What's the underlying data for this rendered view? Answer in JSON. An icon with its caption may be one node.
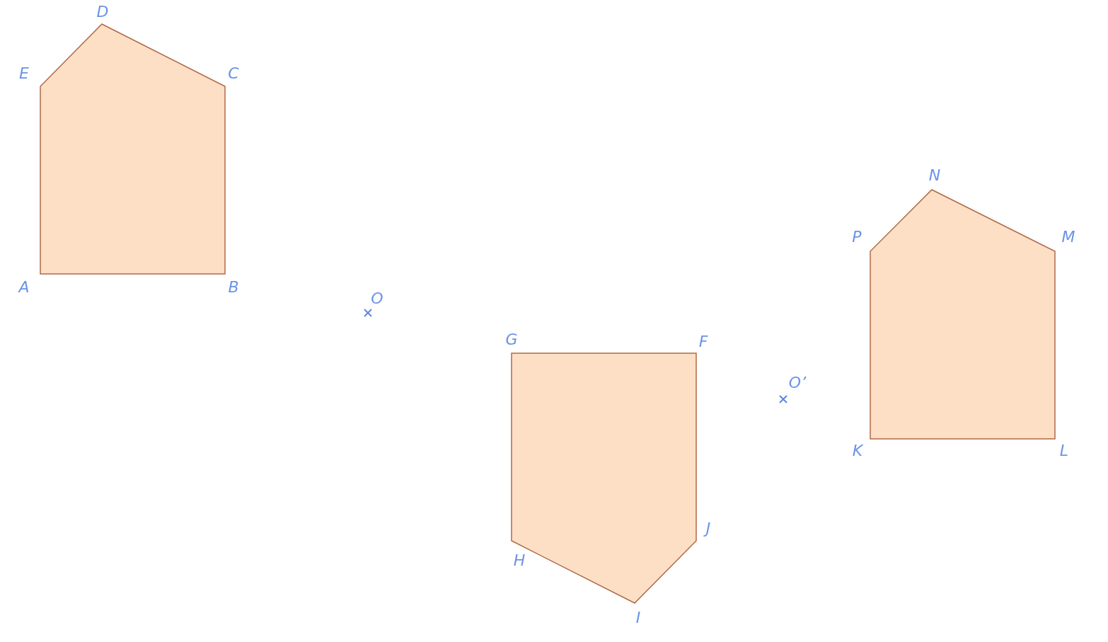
{
  "diagram": {
    "nodes": [
      {
        "text": [],
        "shape": "pentagon"
      },
      {
        "text": [],
        "shape": "pentagon"
      },
      {
        "text": [],
        "shape": "pentagon"
      }
    ],
    "labels": [
      "D",
      "E",
      "C",
      "N",
      "P",
      "M",
      "A",
      "B",
      "O",
      "G",
      "F",
      "O’",
      "K",
      "L",
      "J",
      "H",
      "I"
    ]
  }
}
